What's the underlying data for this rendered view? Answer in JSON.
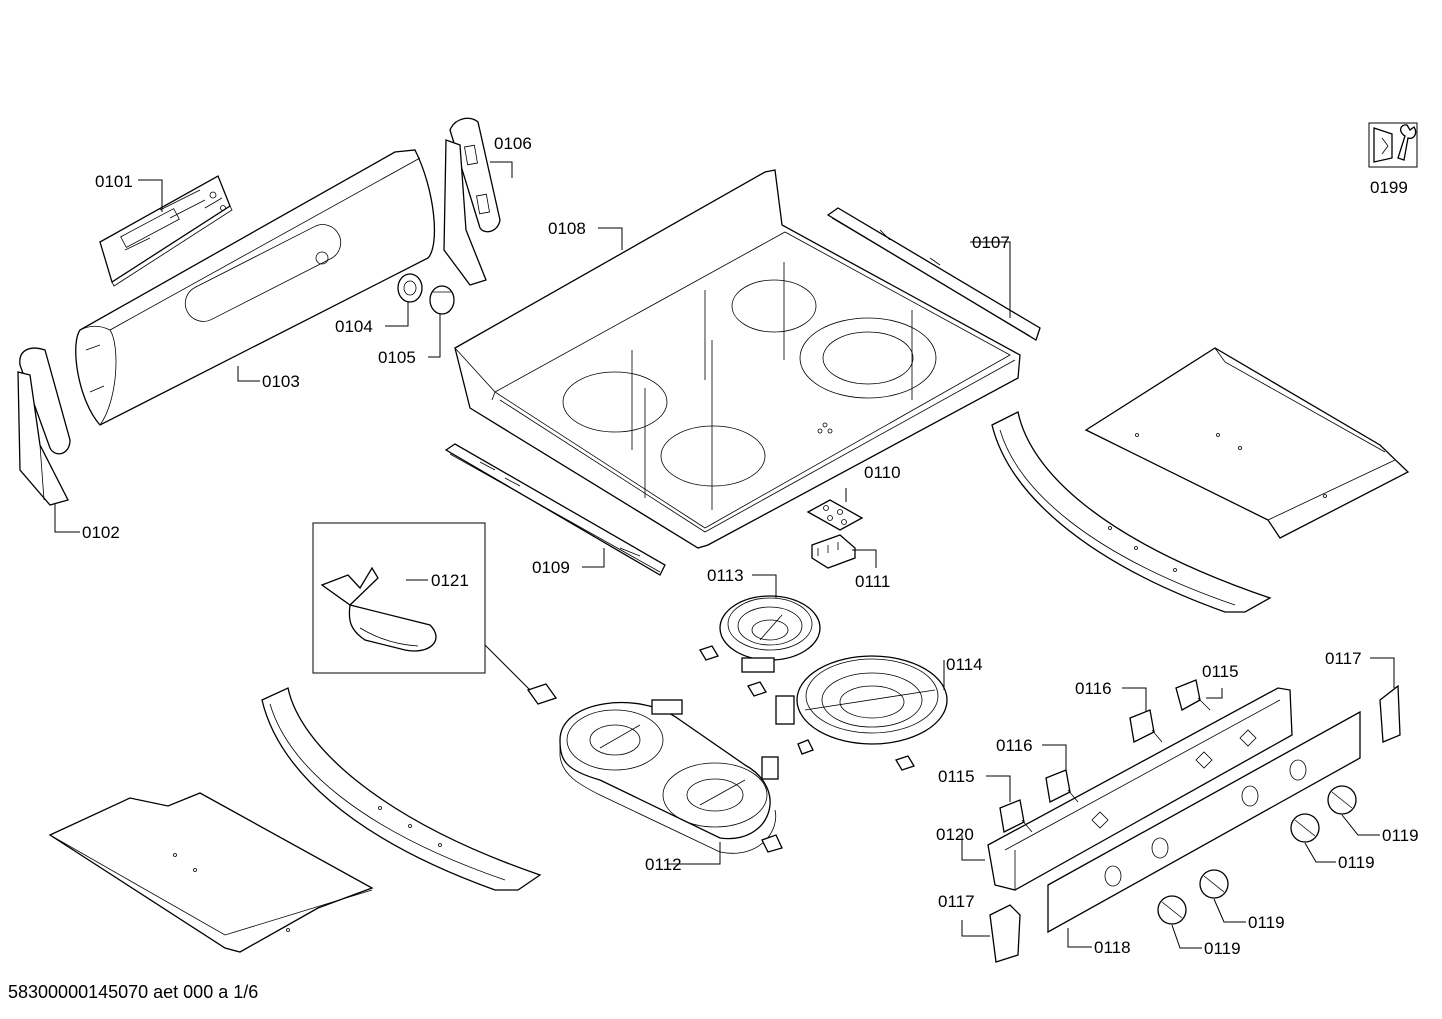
{
  "labels": {
    "p0101": "0101",
    "p0102": "0102",
    "p0103": "0103",
    "p0104": "0104",
    "p0105": "0105",
    "p0106": "0106",
    "p0107": "0107",
    "p0108": "0108",
    "p0109": "0109",
    "p0110": "0110",
    "p0111": "0111",
    "p0112": "0112",
    "p0113": "0113",
    "p0114": "0114",
    "p0115": "0115",
    "p0116": "0116",
    "p0117": "0117",
    "p0118": "0118",
    "p0119": "0119",
    "p0120": "0120",
    "p0121": "0121",
    "p0199": "0199"
  },
  "footer": "58300000145070 aet 000 a 1/6",
  "icons": {
    "service": "wrench-nut-icon"
  }
}
